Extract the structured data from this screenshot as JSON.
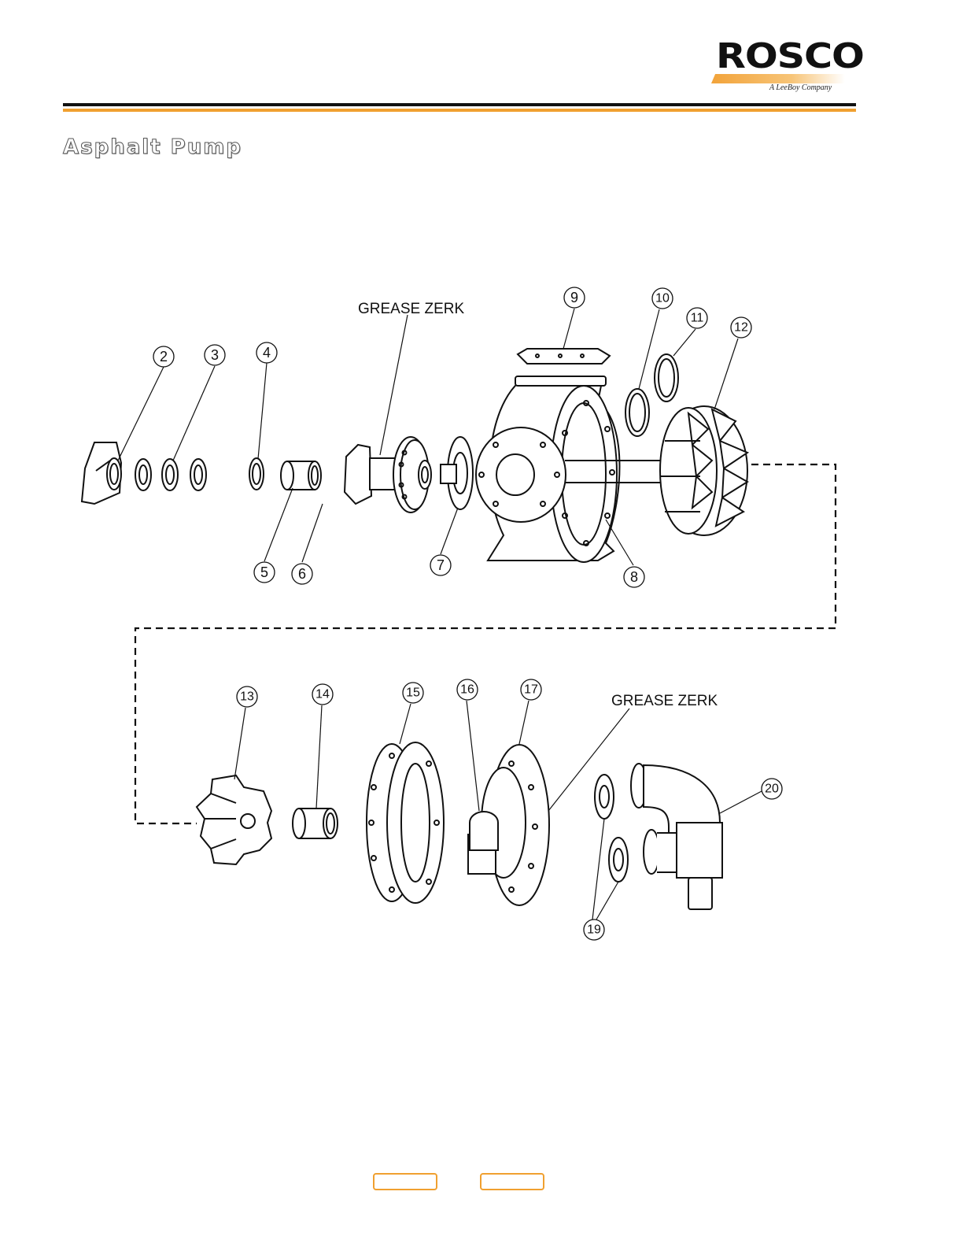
{
  "header": {
    "logo_text": "ROSCO",
    "logo_tagline": "A LeeBoy Company",
    "brand_colors": {
      "accent": "#f0a030",
      "rule": "#111111"
    }
  },
  "page_title": "Asphalt Pump",
  "diagram": {
    "callouts": [
      "2",
      "3",
      "4",
      "5",
      "6",
      "7",
      "8",
      "9",
      "10",
      "11",
      "12",
      "13",
      "14",
      "15",
      "16",
      "17",
      "19",
      "20"
    ],
    "labels": {
      "grease_zerk_top": "GREASE ZERK",
      "grease_zerk_bottom": "GREASE ZERK"
    }
  },
  "footer": {
    "buttons": [
      {
        "icon": "prev-page-button",
        "label": ""
      },
      {
        "icon": "next-page-button",
        "label": ""
      }
    ]
  }
}
